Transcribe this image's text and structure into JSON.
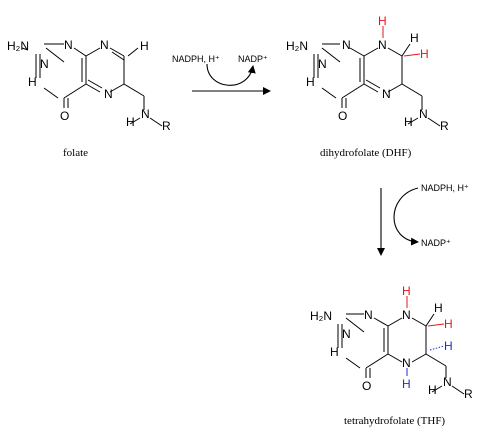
{
  "colors": {
    "bond": "#000000",
    "added_hydrogen_red": "#e8141c",
    "added_hydrogen_blue": "#1a2fd6"
  },
  "atoms": {
    "h2n": "H₂N",
    "n": "N",
    "h": "H",
    "o": "O",
    "r": "R"
  },
  "step1": {
    "reagent_in": "NADPH, H⁺",
    "reagent_out": "NADP⁺"
  },
  "step2": {
    "reagent_in": "NADPH, H⁺",
    "reagent_out": "NADP⁺"
  },
  "molecules": [
    {
      "id": "folate",
      "caption": "folate"
    },
    {
      "id": "dhf",
      "caption": "dihydrofolate (DHF)"
    },
    {
      "id": "thf",
      "caption": "tetrahydrofolate (THF)"
    }
  ]
}
